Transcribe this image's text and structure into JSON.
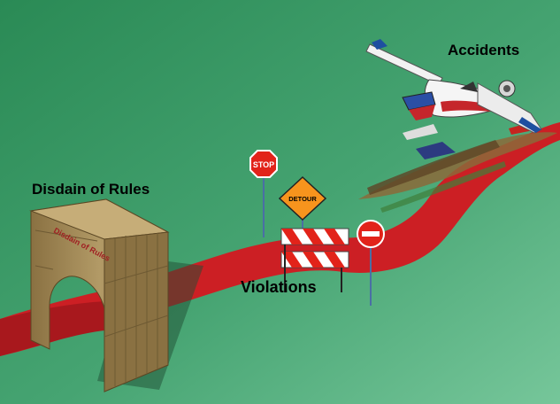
{
  "labels": {
    "disdain": "Disdain of Rules",
    "violations": "Violations",
    "accidents": "Accidents",
    "arch_inscription": "Disdain of Rules"
  },
  "signs": {
    "stop": "STOP",
    "detour": "DETOUR"
  },
  "colors": {
    "background_dark": "#2a8a55",
    "background_light": "#76c69a",
    "road": "#cc1f24",
    "arch_stone": "#a08656",
    "barricade_stripe": "#e2231a",
    "detour_sign": "#f7941d",
    "stop_sign": "#e2231a"
  }
}
